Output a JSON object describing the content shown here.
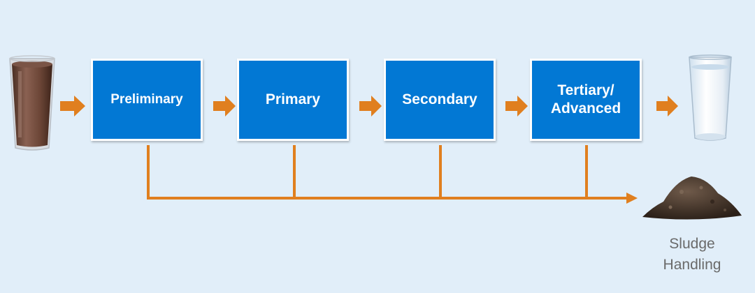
{
  "stages": [
    {
      "label": "Preliminary"
    },
    {
      "label": "Primary"
    },
    {
      "label": "Secondary"
    },
    {
      "label": "Tertiary/\nAdvanced"
    }
  ],
  "output_label": "Sludge\nHandling",
  "colors": {
    "background": "#e1eef9",
    "stage_fill": "#0278d4",
    "stage_border": "#ffffff",
    "arrow": "#e07f1f",
    "label_text": "#6a6a6a"
  },
  "icons": {
    "input": "dirty-water-glass-icon",
    "output": "clean-water-glass-icon",
    "byproduct": "soil-pile-icon"
  }
}
